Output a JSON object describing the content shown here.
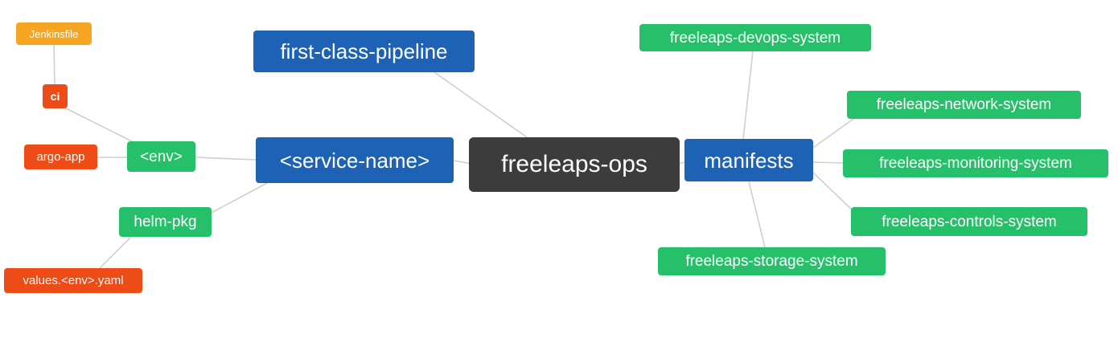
{
  "palette": {
    "root_bg": "#3c3c3c",
    "blue": "#1e62b5",
    "green": "#27c06a",
    "red_orange": "#ee4c16",
    "orange": "#f5a522",
    "edge_line": "#cfcfcf",
    "node_text": "#ffffff",
    "background": "#ffffff"
  },
  "nodes": {
    "freeleaps_ops": {
      "label": "freeleaps-ops"
    },
    "first_class_pipeline": {
      "label": "first-class-pipeline"
    },
    "service_name": {
      "label": "<service-name>"
    },
    "env": {
      "label": "<env>"
    },
    "ci": {
      "label": "ci"
    },
    "jenkinsfile": {
      "label": "Jenkinsfile"
    },
    "argo_app": {
      "label": "argo-app"
    },
    "helm_pkg": {
      "label": "helm-pkg"
    },
    "values_env_yaml": {
      "label": "values.<env>.yaml"
    },
    "manifests": {
      "label": "manifests"
    },
    "devops_system": {
      "label": "freeleaps-devops-system"
    },
    "network_system": {
      "label": "freeleaps-network-system"
    },
    "monitoring_system": {
      "label": "freeleaps-monitoring-system"
    },
    "controls_system": {
      "label": "freeleaps-controls-system"
    },
    "storage_system": {
      "label": "freeleaps-storage-system"
    }
  },
  "edges": [
    [
      "freeleaps_ops",
      "first_class_pipeline"
    ],
    [
      "freeleaps_ops",
      "service_name"
    ],
    [
      "service_name",
      "env"
    ],
    [
      "env",
      "ci"
    ],
    [
      "ci",
      "jenkinsfile"
    ],
    [
      "env",
      "argo_app"
    ],
    [
      "service_name",
      "helm_pkg"
    ],
    [
      "helm_pkg",
      "values_env_yaml"
    ],
    [
      "freeleaps_ops",
      "manifests"
    ],
    [
      "manifests",
      "devops_system"
    ],
    [
      "manifests",
      "network_system"
    ],
    [
      "manifests",
      "monitoring_system"
    ],
    [
      "manifests",
      "controls_system"
    ],
    [
      "manifests",
      "storage_system"
    ]
  ]
}
